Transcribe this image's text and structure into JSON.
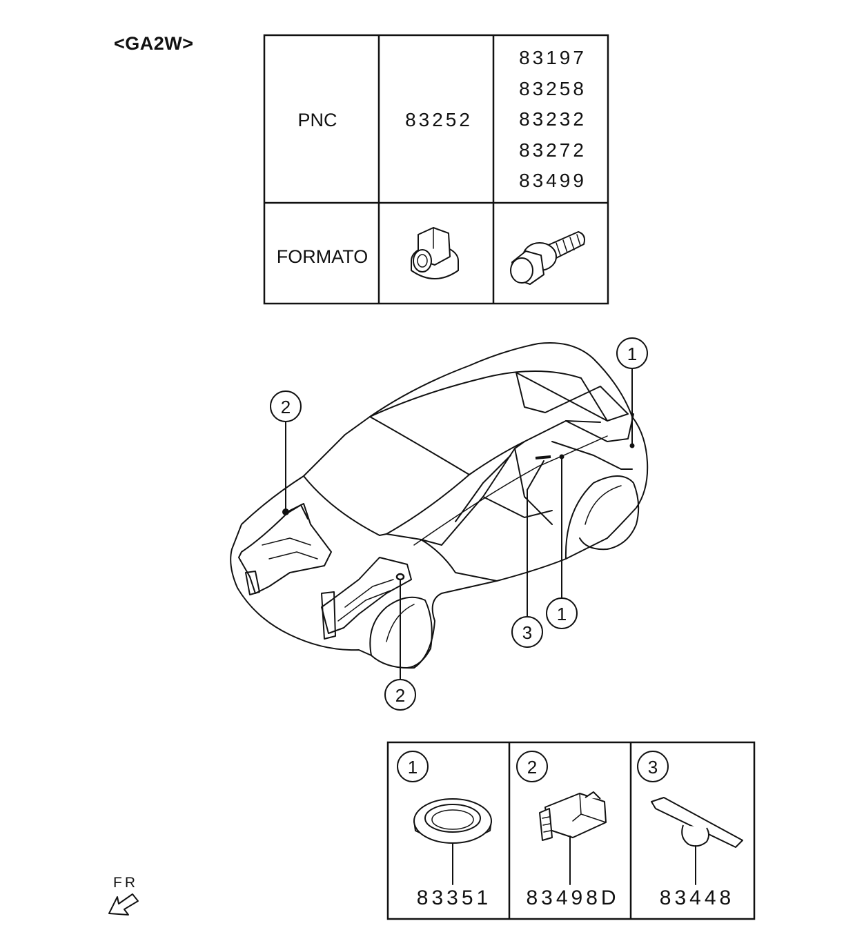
{
  "header": {
    "model_code": "<GA2W>"
  },
  "pnc_table": {
    "row_labels": [
      "PNC",
      "FORMATO"
    ],
    "columns": [
      {
        "pnc": [
          "83252"
        ],
        "shape_icon": "flange-nut-icon"
      },
      {
        "pnc": [
          "83197",
          "83258",
          "83232",
          "83272",
          "83499"
        ],
        "shape_icon": "flange-bolt-icon"
      }
    ]
  },
  "callouts": {
    "rear_grommet": "1",
    "front_left_connector": "2",
    "front_right_connector": "2",
    "floor_clip": "3",
    "floor_grommet": "1"
  },
  "parts": [
    {
      "number": "1",
      "code": "83351",
      "icon": "grommet-icon"
    },
    {
      "number": "2",
      "code": "83498D",
      "icon": "connector-icon"
    },
    {
      "number": "3",
      "code": "83448",
      "icon": "harness-clip-icon"
    }
  ],
  "direction": {
    "label": "FR",
    "icon": "front-direction-arrow-icon"
  }
}
